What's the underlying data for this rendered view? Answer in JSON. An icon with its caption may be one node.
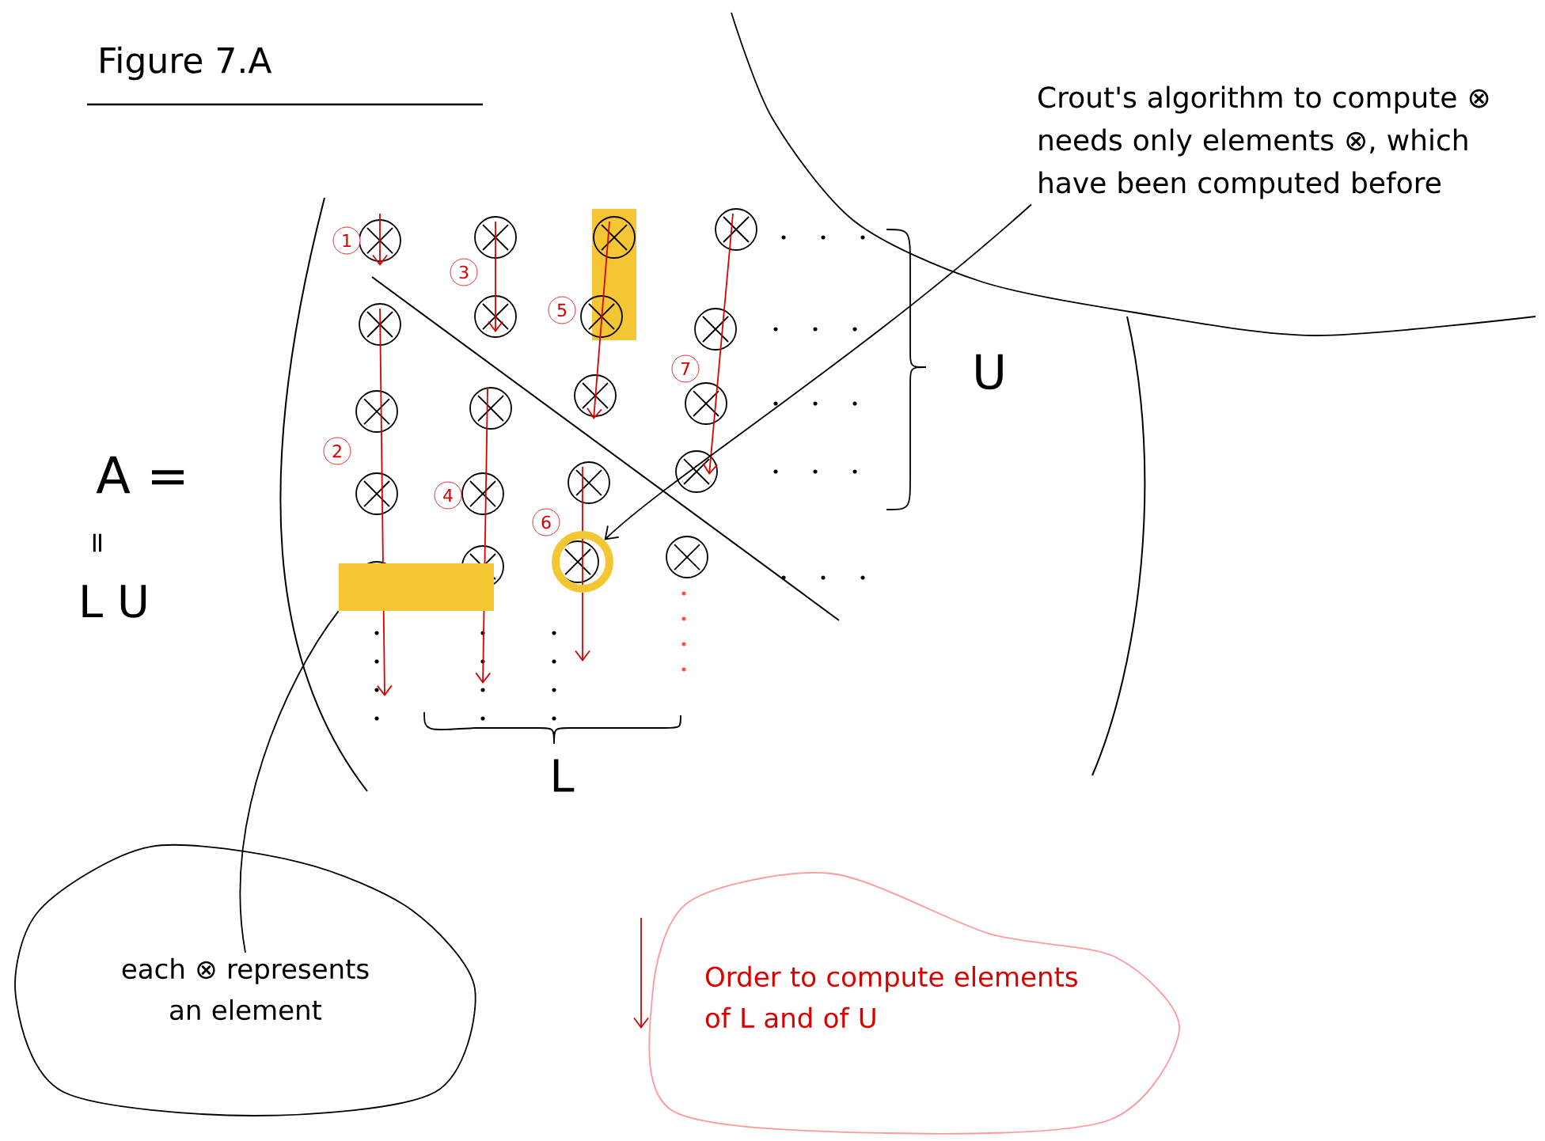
{
  "diagram": {
    "title": "Figure 7.A",
    "nodes": [
      {
        "text": [
          "Crout's algorithm to compute ⊗ needs only elements ⊗, which have been computed before"
        ]
      },
      {
        "text": [
          "each ⊗ represents an element"
        ]
      },
      {
        "text": [
          "Order to compute elements of L and of U"
        ]
      },
      {
        "text": [],
        "shape": "circle"
      },
      {
        "text": [],
        "shape": "bar"
      }
    ],
    "edges": [
      {
        "from": 0,
        "to": 3,
        "arrow": "to"
      },
      {
        "from": 1,
        "to": 4,
        "arrow": "none"
      }
    ],
    "labels": [
      "A =",
      "=",
      "L U",
      "1",
      "2",
      "3",
      "4",
      "5",
      "6",
      "7",
      "U",
      "L"
    ]
  }
}
